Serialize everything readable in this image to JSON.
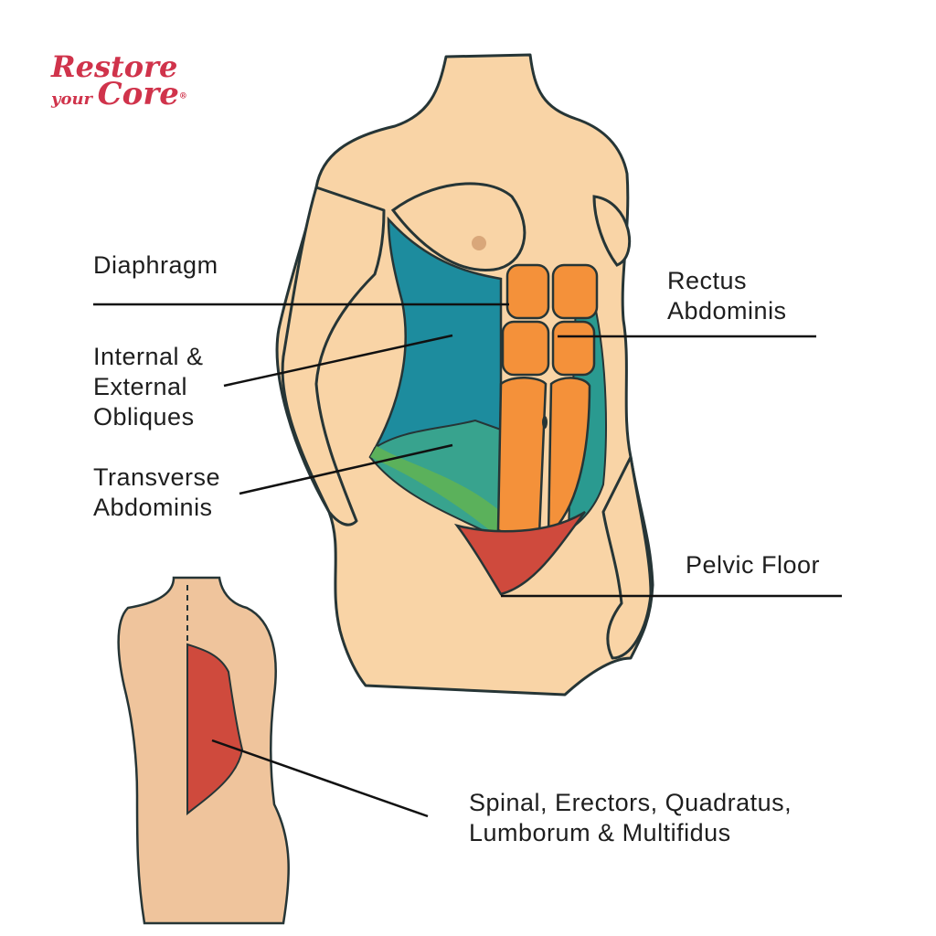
{
  "logo": {
    "line1": "Restore",
    "line2": "your",
    "line3": "Core",
    "mark": "®"
  },
  "labels": {
    "diaphragm": "Diaphragm",
    "obliques": [
      "Internal &",
      "External",
      "Obliques"
    ],
    "transverse": [
      "Transverse",
      "Abdominis"
    ],
    "rectus": [
      "Rectus",
      "Abdominis"
    ],
    "pelvic": "Pelvic Floor",
    "spinal": [
      "Spinal, Erectors, Quadratus,",
      "Lumborum & Multifidus"
    ]
  },
  "colors": {
    "skin": "#f9d4a6",
    "outline": "#263536",
    "teal": "#1d8c9e",
    "green": "#4aa45a",
    "orange": "#f4913a",
    "red": "#cf4a3d",
    "back_skin": "#efc49c"
  }
}
